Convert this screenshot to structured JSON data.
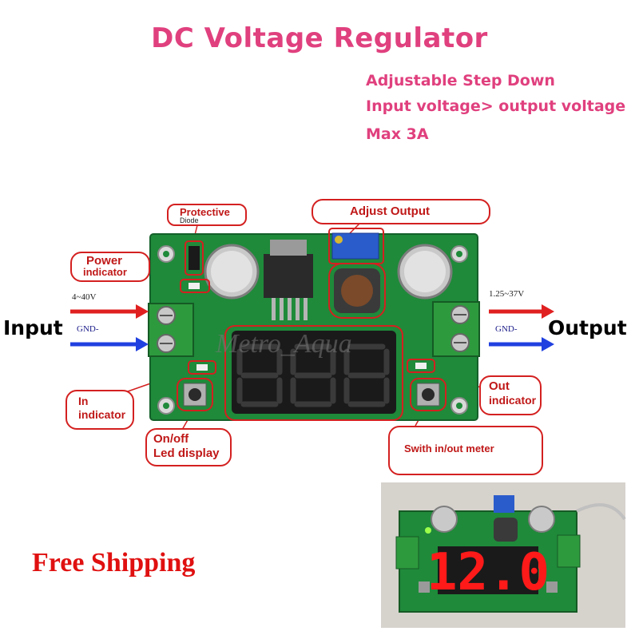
{
  "title": "DC Voltage Regulator",
  "features": [
    "Adjustable Step Down",
    "Input voltage> output voltage",
    "Max 3A"
  ],
  "side_labels": {
    "input": "Input",
    "output": "Output"
  },
  "wire_labels": {
    "in_voltage": "4~40V",
    "in_gnd": "GND-",
    "out_voltage": "1.25~37V",
    "out_gnd": "GND-"
  },
  "callouts": {
    "protective_main": "Protective",
    "protective_sub": "Diode",
    "adjust_output": "Adjust Output",
    "power_line1": "Power",
    "power_line2": "indicator",
    "in_line1": "In",
    "in_line2": "indicator",
    "onoff_line1": "On/off",
    "onoff_line2": "Led display",
    "out_line1": "Out",
    "out_line2": "indicator",
    "switch_meter": "Swith in/out meter"
  },
  "watermark": "Metro_Aqua",
  "banner": "Free Shipping",
  "photo_display_value": "12.0",
  "colors": {
    "title": "#e0407e",
    "callout_border": "#d42020",
    "arrow_red": "#e02020",
    "arrow_blue": "#2040e0",
    "pcb": "#1f8a3a"
  }
}
